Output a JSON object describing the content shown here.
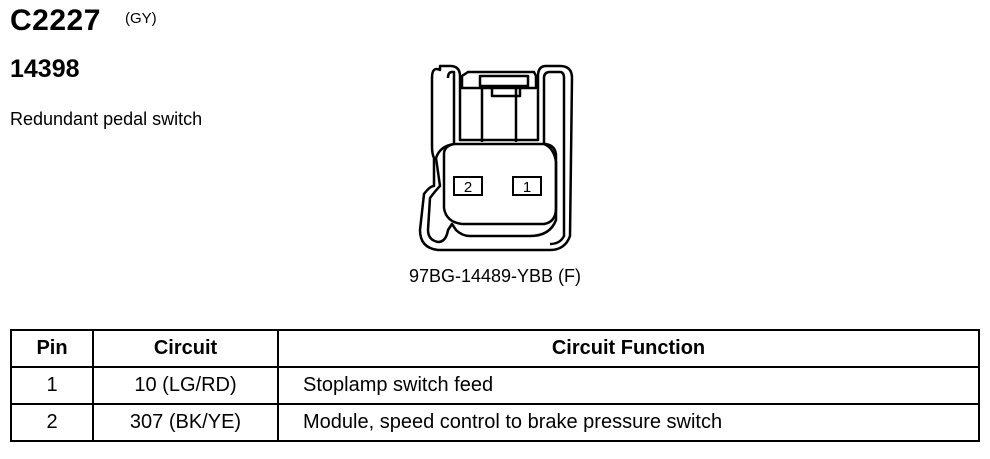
{
  "header": {
    "connector_id": "C2227",
    "connector_color": "(GY)",
    "part_number": "14398",
    "description": "Redundant pedal switch"
  },
  "connector": {
    "code": "97BG-14489-YBB (F)",
    "cavities": [
      {
        "label": "2"
      },
      {
        "label": "1"
      }
    ]
  },
  "table": {
    "headers": {
      "pin": "Pin",
      "circuit": "Circuit",
      "function": "Circuit Function"
    },
    "rows": [
      {
        "pin": "1",
        "circuit": "10 (LG/RD)",
        "function": "Stoplamp switch feed"
      },
      {
        "pin": "2",
        "circuit": "307 (BK/YE)",
        "function": "Module, speed control to brake pressure switch"
      }
    ]
  }
}
